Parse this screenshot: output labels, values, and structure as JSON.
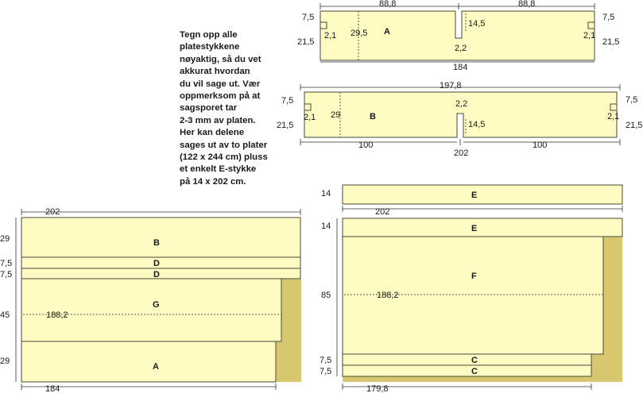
{
  "instruction": "Tegn opp alle\nplatestykkene\nnøyaktig, så du vet\nakkurat hvordan\ndu vil sage ut. Vær\noppmerksom på at\nsagsporet tar\n2-3 mm av platen.\nHer kan delene\nsages ut av to plater\n(122 x 244 cm) pluss\net enkelt E-stykke\npå 14 x 202 cm.",
  "part_a": {
    "label": "A",
    "width_left": "88,8",
    "width_right": "88,8",
    "total_width": "184",
    "height_top_left": "7,5",
    "height_top_right": "7,5",
    "height_bottom_left": "21,5",
    "height_bottom_right": "21,5",
    "notch_left": "2,1",
    "notch_right": "2,1",
    "depth": "29,5",
    "slot_depth": "14,5",
    "slot_width": "2,2"
  },
  "part_b": {
    "label": "B",
    "total_width": "197,8",
    "bottom_left": "100",
    "bottom_right": "100",
    "bottom_total": "202",
    "height_top_left": "7,5",
    "height_top_right": "7,5",
    "height_bottom_left": "21,5",
    "height_bottom_right": "21,5",
    "notch_left": "2,1",
    "notch_right": "2,1",
    "depth": "29",
    "slot_width": "2,2",
    "slot_depth": "14,5"
  },
  "sheet1": {
    "width_top": "202",
    "width_bottom": "184",
    "g_width": "188,2",
    "rows": [
      {
        "label": "B",
        "height": "29"
      },
      {
        "label": "D",
        "height": "7,5"
      },
      {
        "label": "D",
        "height": "7,5"
      },
      {
        "label": "G",
        "height": "45"
      },
      {
        "label": "A",
        "height": "29"
      }
    ]
  },
  "extra_strip": {
    "label": "E",
    "height": "14",
    "width": "202"
  },
  "sheet2": {
    "f_width": "188,2",
    "width_bottom": "179,8",
    "rows": [
      {
        "label": "E",
        "height": "14"
      },
      {
        "label": "F",
        "height": "85"
      },
      {
        "label": "C",
        "height": "7,5"
      },
      {
        "label": "C",
        "height": "7,5"
      }
    ]
  },
  "colors": {
    "plate": "#fdfbc2",
    "waste": "#d7c870",
    "outline": "#4a4a3a"
  }
}
